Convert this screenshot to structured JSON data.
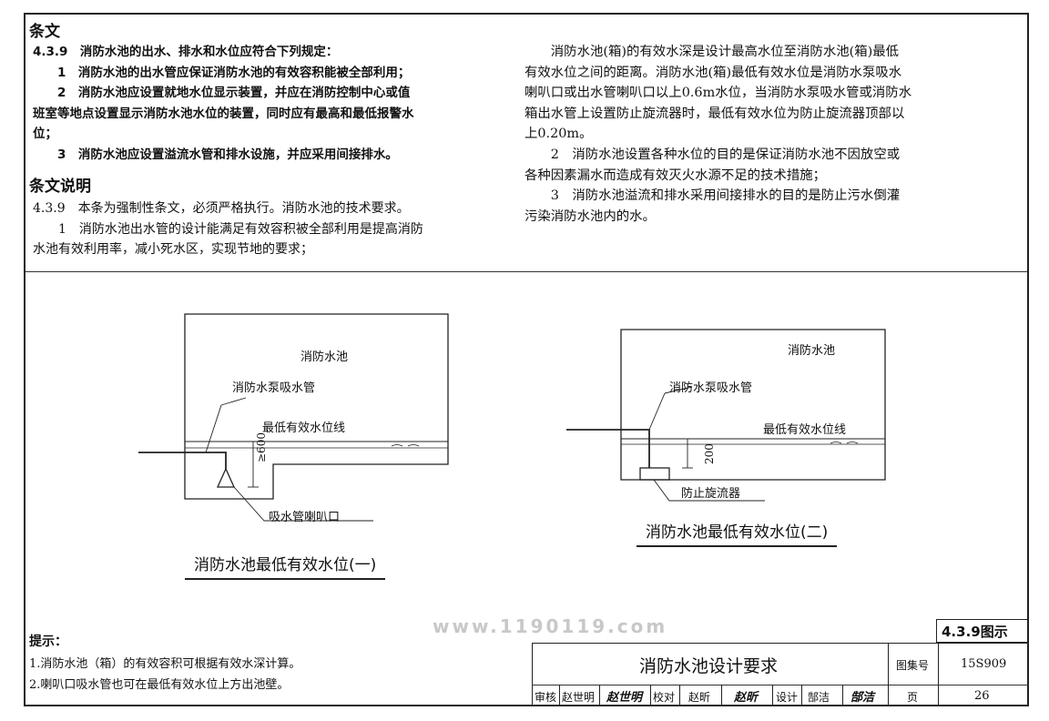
{
  "clause": {
    "heading": "条文",
    "lines": [
      "4.3.9　消防水池的出水、排水和水位应符合下列规定：",
      "　　1　消防水池的出水管应保证消防水池的有效容积能被全部利用；",
      "　　2　消防水池应设置就地水位显示装置，并应在消防控制中心或值",
      "班室等地点设置显示消防水池水位的装置，同时应有最高和最低报警水",
      "位；",
      "　　3　消防水池应设置溢流水管和排水设施，并应采用间接排水。"
    ]
  },
  "explanation": {
    "heading": "条文说明",
    "left_lines": [
      "4.3.9　本条为强制性条文，必须严格执行。消防水池的技术要求。",
      "　　1　消防水池出水管的设计能满足有效容积被全部利用是提高消防",
      "水池有效利用率，减小死水区，实现节地的要求；"
    ],
    "right_lines": [
      "　　消防水池(箱)的有效水深是设计最高水位至消防水池(箱)最低",
      "有效水位之间的距离。消防水池(箱)最低有效水位是消防水泵吸水",
      "喇叭口或出水管喇叭口以上0.6m水位，当消防水泵吸水管或消防水",
      "箱出水管上设置防止旋流器时，最低有效水位为防止旋流器顶部以",
      "上0.20m。",
      "　　2　消防水池设置各种水位的目的是保证消防水池不因放空或",
      "各种因素漏水而造成有效灭火水源不足的技术措施；",
      "　　3　消防水池溢流和排水采用间接排水的目的是防止污水倒灌",
      "污染消防水池内的水。"
    ]
  },
  "diagram1": {
    "tank_label": "消防水池",
    "pipe_label": "消防水泵吸水管",
    "level_label": "最低有效水位线",
    "dim_label": "≥600",
    "bell_label": "吸水管喇叭口",
    "title": "消防水池最低有效水位(一)"
  },
  "diagram2": {
    "tank_label": "消防水池",
    "pipe_label": "消防水泵吸水管",
    "level_label": "最低有效水位线",
    "dim_label": "200",
    "device_label": "防止旋流器",
    "title": "消防水池最低有效水位(二)"
  },
  "notes": {
    "heading": "提示：",
    "lines": [
      "1.消防水池（箱）的有效容积可根据有效水深计算。",
      "2.喇叭口吸水管也可在最低有效水位上方出池壁。"
    ]
  },
  "watermark": "www.1190119.com",
  "title_block": {
    "figure_ref": "4.3.9图示",
    "drawing_title": "消防水池设计要求",
    "atlas_label": "图集号",
    "atlas_no": "15S909",
    "review_label": "审核",
    "reviewer": "赵世明",
    "check_label": "校对",
    "checker": "赵昕",
    "design_label": "设计",
    "designer": "郜洁",
    "page_label": "页",
    "page_no": "26",
    "signature_reviewer": "赵世明",
    "signature_checker": "赵昕",
    "signature_designer": "郜洁"
  }
}
